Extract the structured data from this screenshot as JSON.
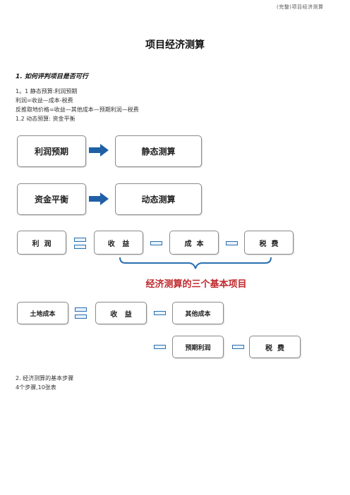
{
  "header": {
    "note": "(完整)项目经济测算"
  },
  "title": "项目经济测算",
  "section1": {
    "heading": "1. 如何评判项目是否可行",
    "lines": [
      "1。1 静态预算:利润预期",
      "利润=收益—成本-税费",
      "反推取地价格=收益—其他成本—预期利润—税费",
      "1.2 动态预算: 资金平衡"
    ]
  },
  "flow": {
    "row1": {
      "left": "利润预期",
      "right": "静态测算"
    },
    "row2": {
      "left": "资金平衡",
      "right": "动态测算"
    }
  },
  "equation1": {
    "a": "利  润",
    "b": "收   益",
    "c": "成  本",
    "d": "税  费"
  },
  "brace_label": "经济测算的三个基本项目",
  "equation2": {
    "a": "土地成本",
    "b": "收   益",
    "c": "其他成本",
    "d": "预期利润",
    "e": "税  费"
  },
  "section2": {
    "heading": "2. 经济测算的基本步骤",
    "line": "4个步骤,10张表"
  },
  "colors": {
    "accent_blue": "#2a6fb0",
    "arrow_blue": "#1f5fa6",
    "brace_blue": "#2a6fb0",
    "red": "#c0282d"
  }
}
